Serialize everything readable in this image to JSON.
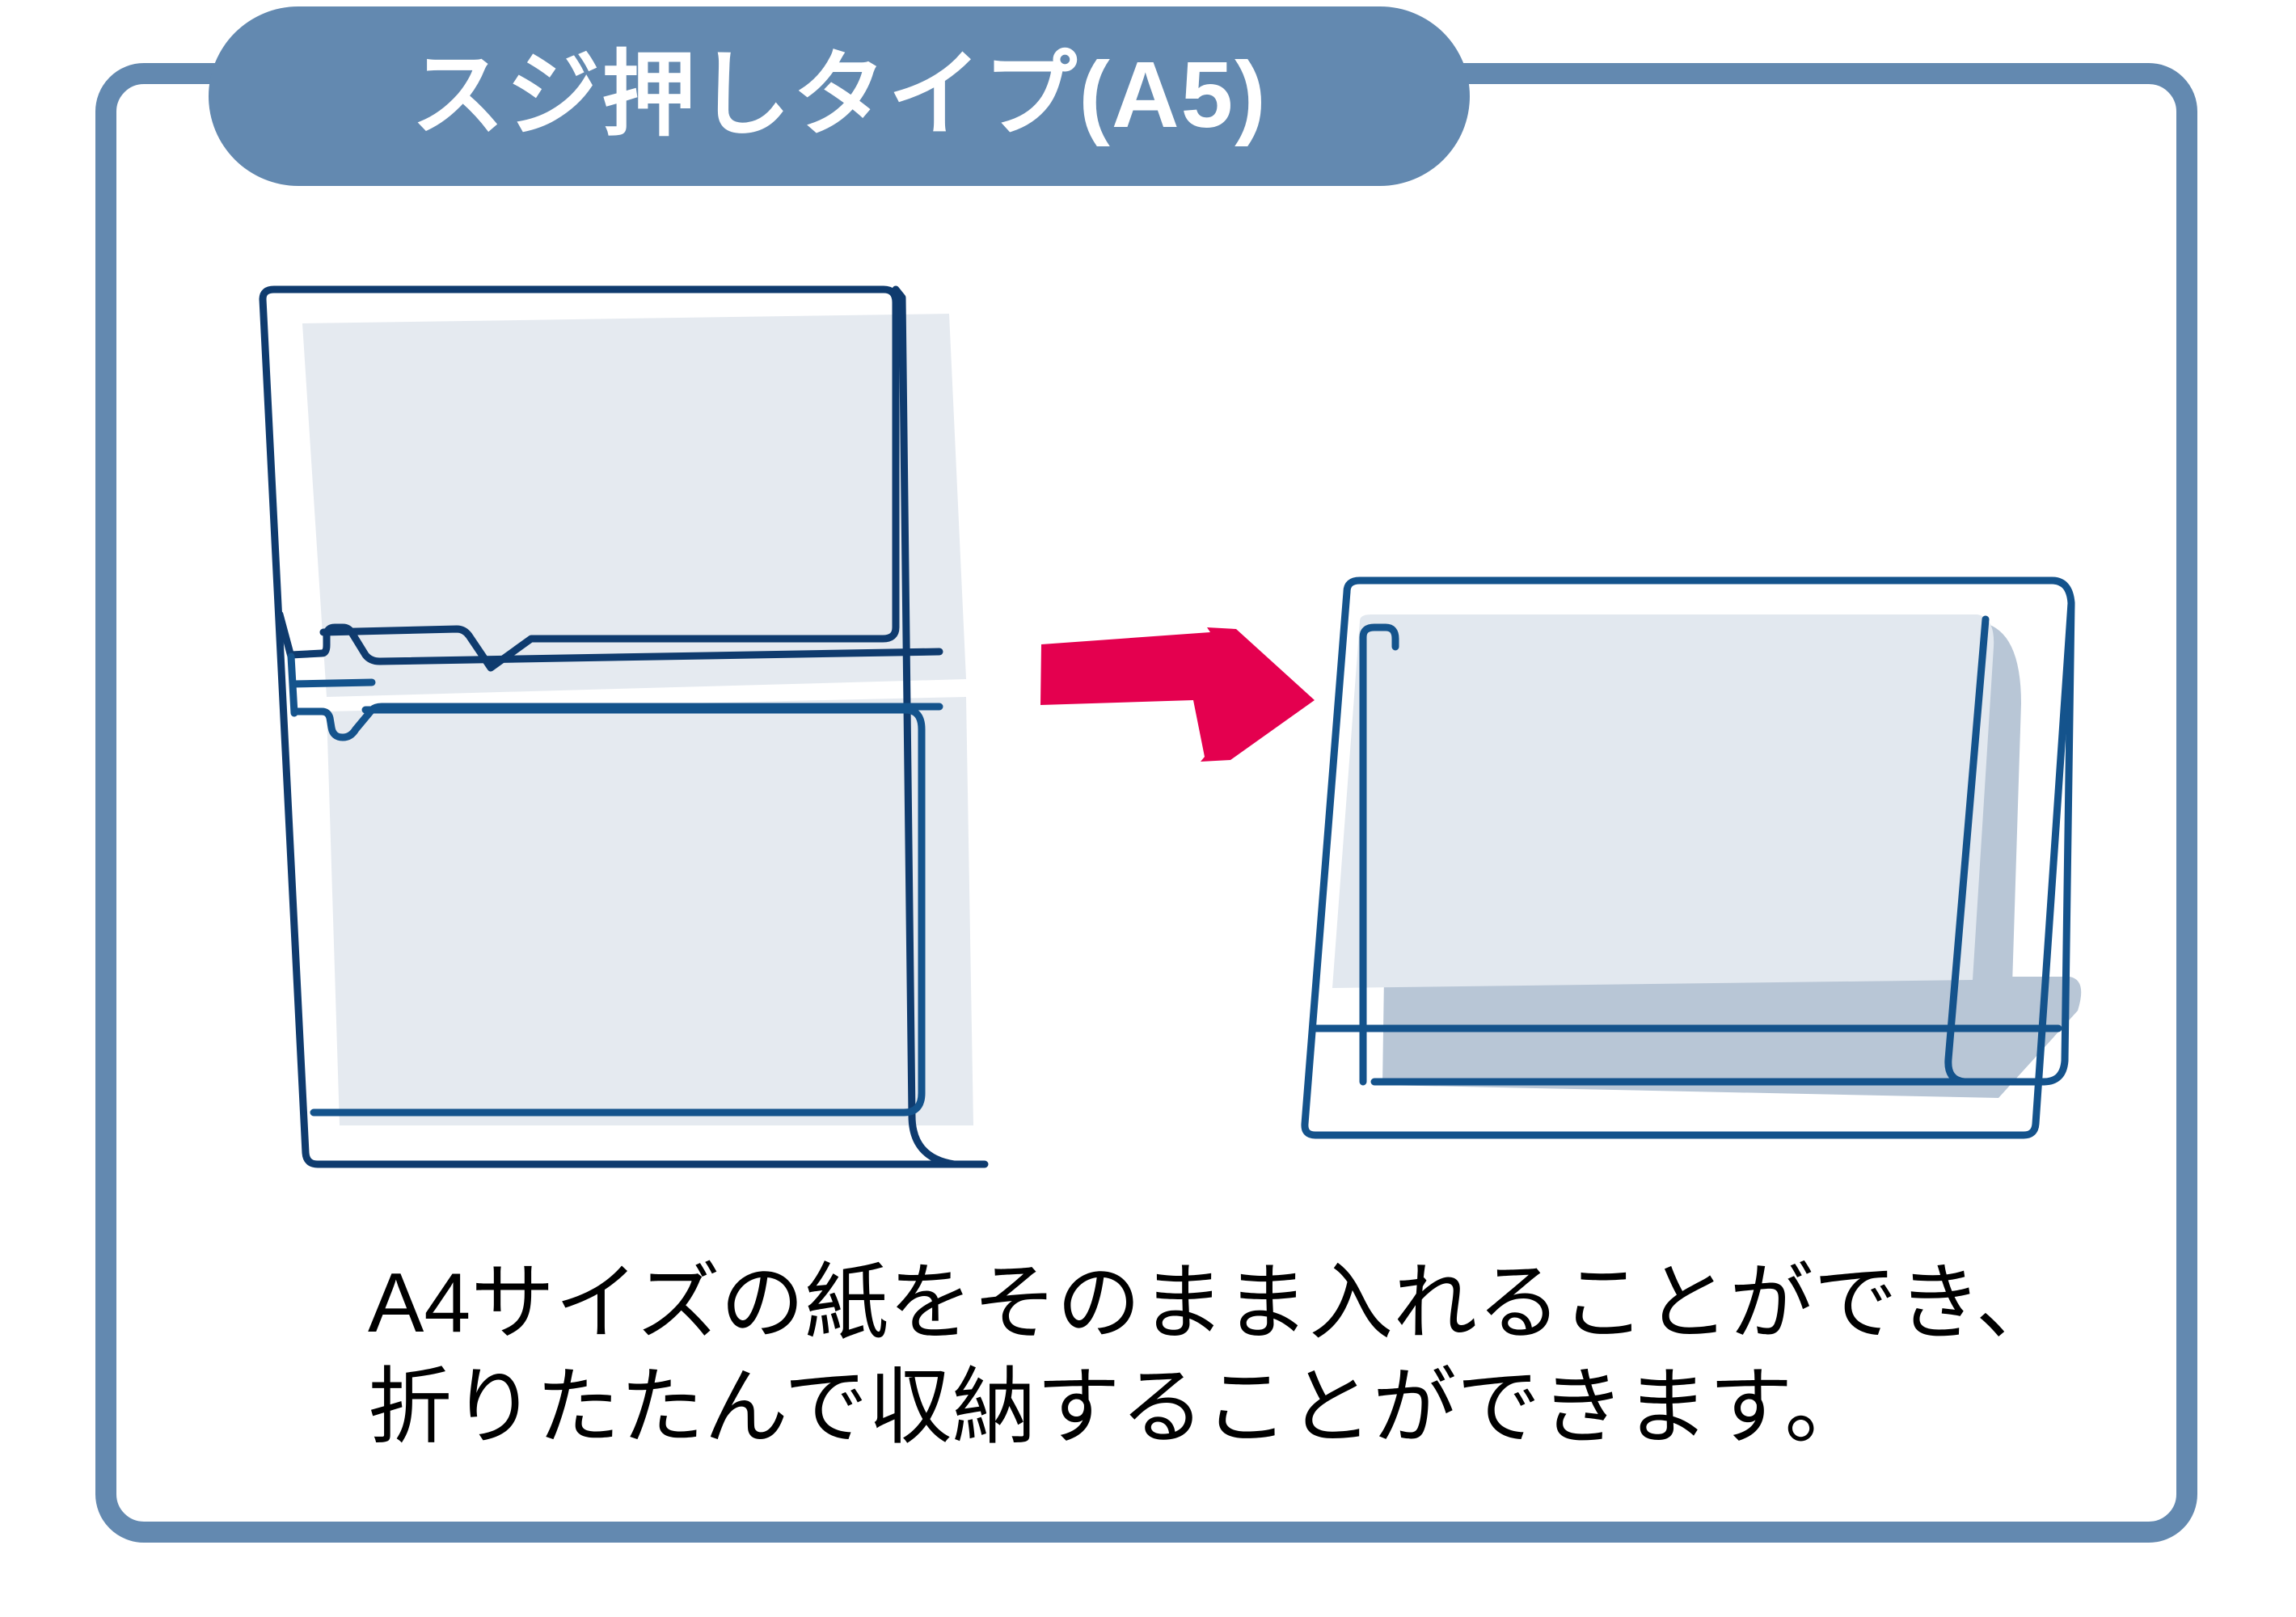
{
  "colors": {
    "frame_border": "#6389b0",
    "badge_bg": "#6389b0",
    "badge_text": "#ffffff",
    "illustration_outline": "#0f3b6e",
    "paper_fill": "#e5eaf0",
    "paper_shadow_fill": "#b8c6d6",
    "arrow": "#e4004f",
    "caption_text": "#000000",
    "page_bg": "#ffffff"
  },
  "header": {
    "badge_label": "スジ押しタイプ(A5)"
  },
  "illustration": {
    "left_label": "open-a4-folder-with-paper",
    "right_label": "folded-a5-folder-with-paper",
    "arrow_label": "right-arrow"
  },
  "caption": {
    "line1": "A4サイズの紙をそのまま入れることができ、",
    "line2": "折りたたんで収納することができます。"
  }
}
